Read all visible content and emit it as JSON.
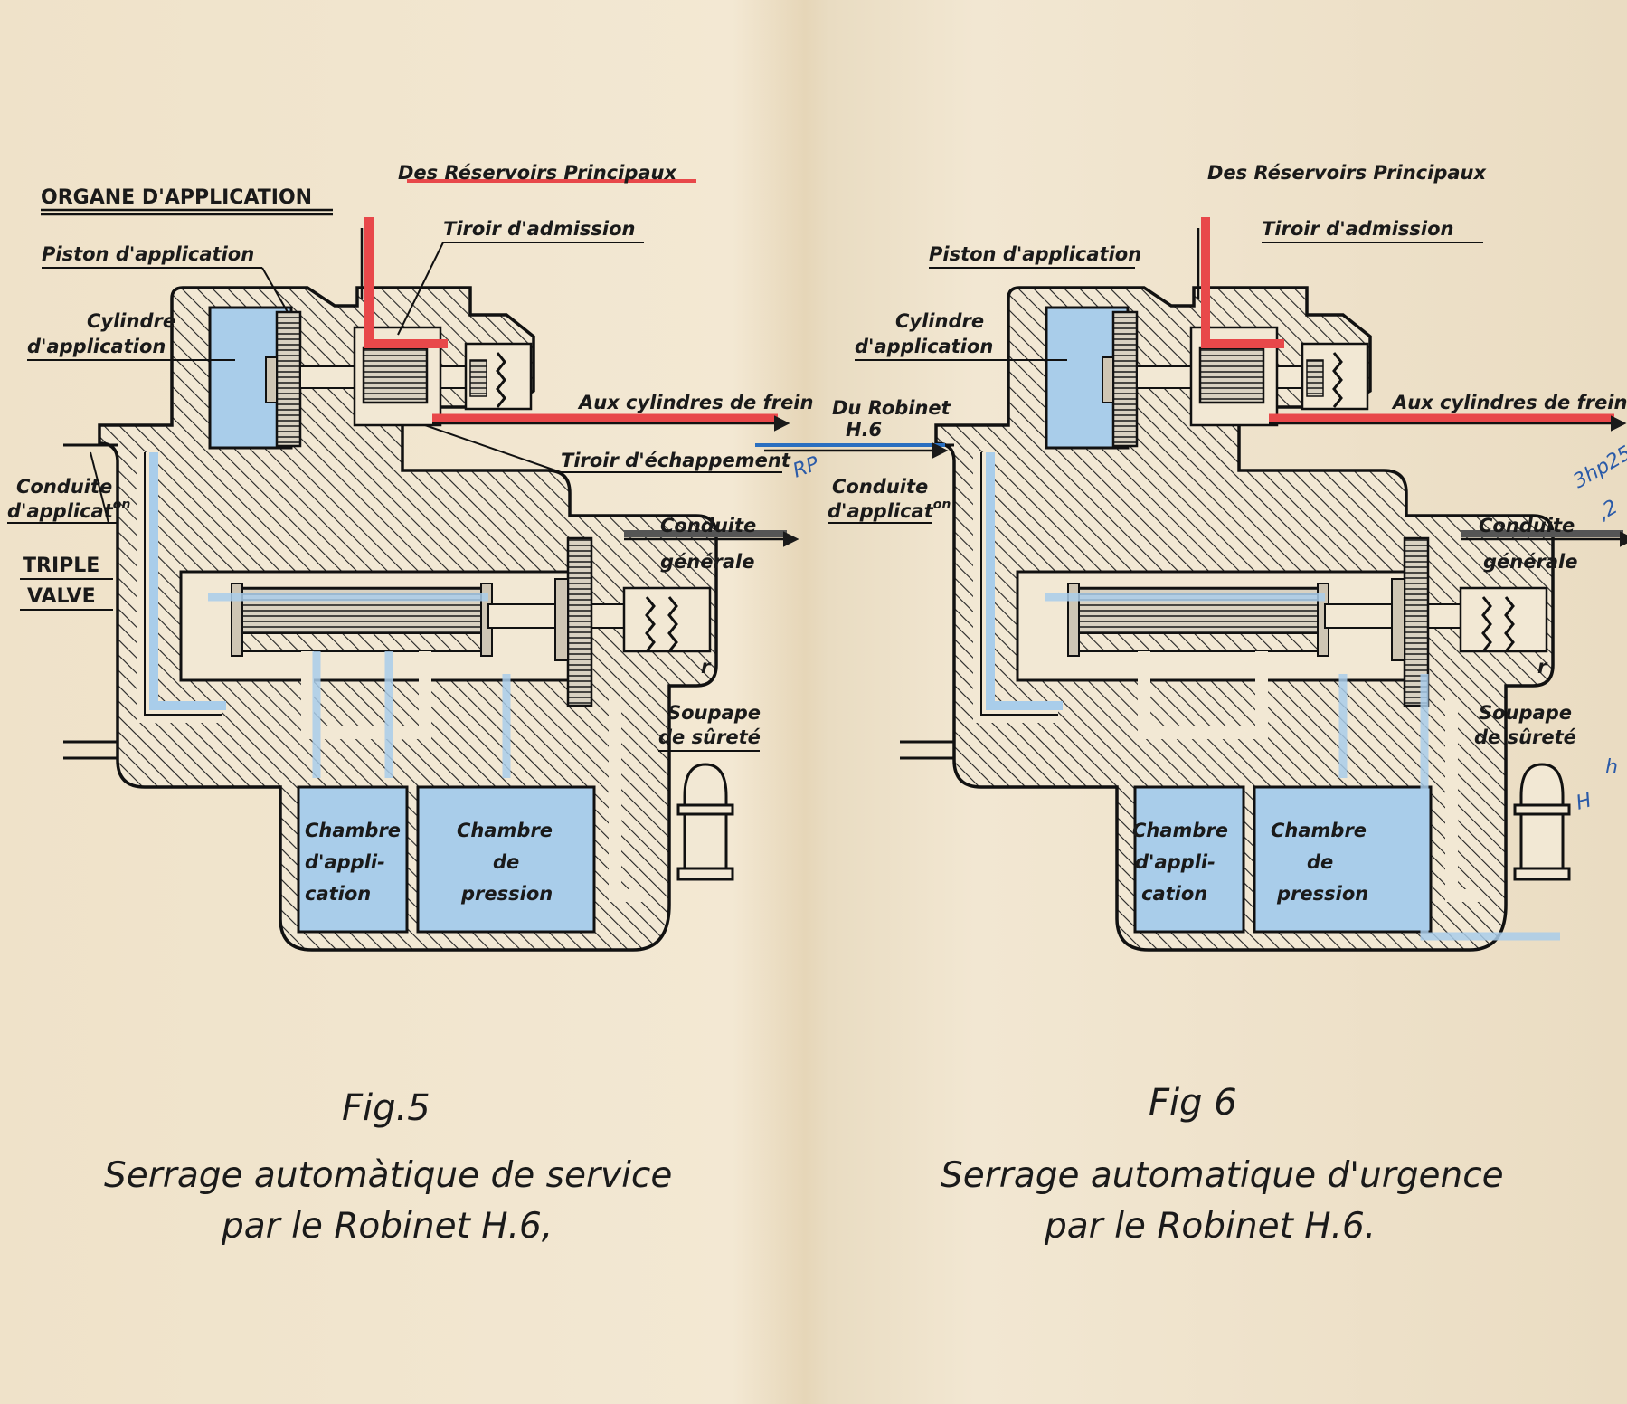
{
  "labels": {
    "organe_application": "ORGANE D'APPLICATION",
    "triple_valve_1": "TRIPLE",
    "triple_valve_2": "VALVE",
    "des_reservoirs": "Des Réservoirs Principaux",
    "tiroir_admission": "Tiroir d'admission",
    "piston_application": "Piston d'application",
    "cylindre_application_1": "Cylindre",
    "cylindre_application_2": "d'application",
    "aux_cylindres": "Aux cylindres de frein",
    "tiroir_echappement": "Tiroir d'échappement",
    "conduite_applicat_1": "Conduite",
    "conduite_applicat_2": "d'applicat",
    "conduite_applicat_sup": "on",
    "conduite_generale_1": "Conduite",
    "conduite_generale_2": "générale",
    "soupape_1": "Soupape",
    "soupape_2": "de sûreté",
    "chambre_application_1": "Chambre",
    "chambre_application_2": "d'appli-",
    "chambre_application_3": "cation",
    "chambre_pression_1": "Chambre",
    "chambre_pression_2": "de",
    "chambre_pression_3": "pression",
    "du_robinet_1": "Du Robinet",
    "du_robinet_2": "H.6",
    "spring_mark": "r"
  },
  "handwritten": {
    "rp": "RP",
    "note_right": "3hp25",
    "note_right_2": ",2",
    "note_h": "h",
    "note_hi": "H"
  },
  "figures": [
    {
      "id": "fig5",
      "number": "Fig.5",
      "caption_1": "Serrage automàtique de service",
      "caption_2": "par le Robinet H.6,"
    },
    {
      "id": "fig6",
      "number": "Fig 6",
      "caption_1": "Serrage automatique d'urgence",
      "caption_2": "par le Robinet H.6."
    }
  ],
  "colors": {
    "paper": "#efe3cc",
    "ink": "#1a1a1a",
    "air_blue": "#a9cdea",
    "reservoir_red": "#e8484a",
    "handwriting_blue": "#2a5aa8"
  }
}
